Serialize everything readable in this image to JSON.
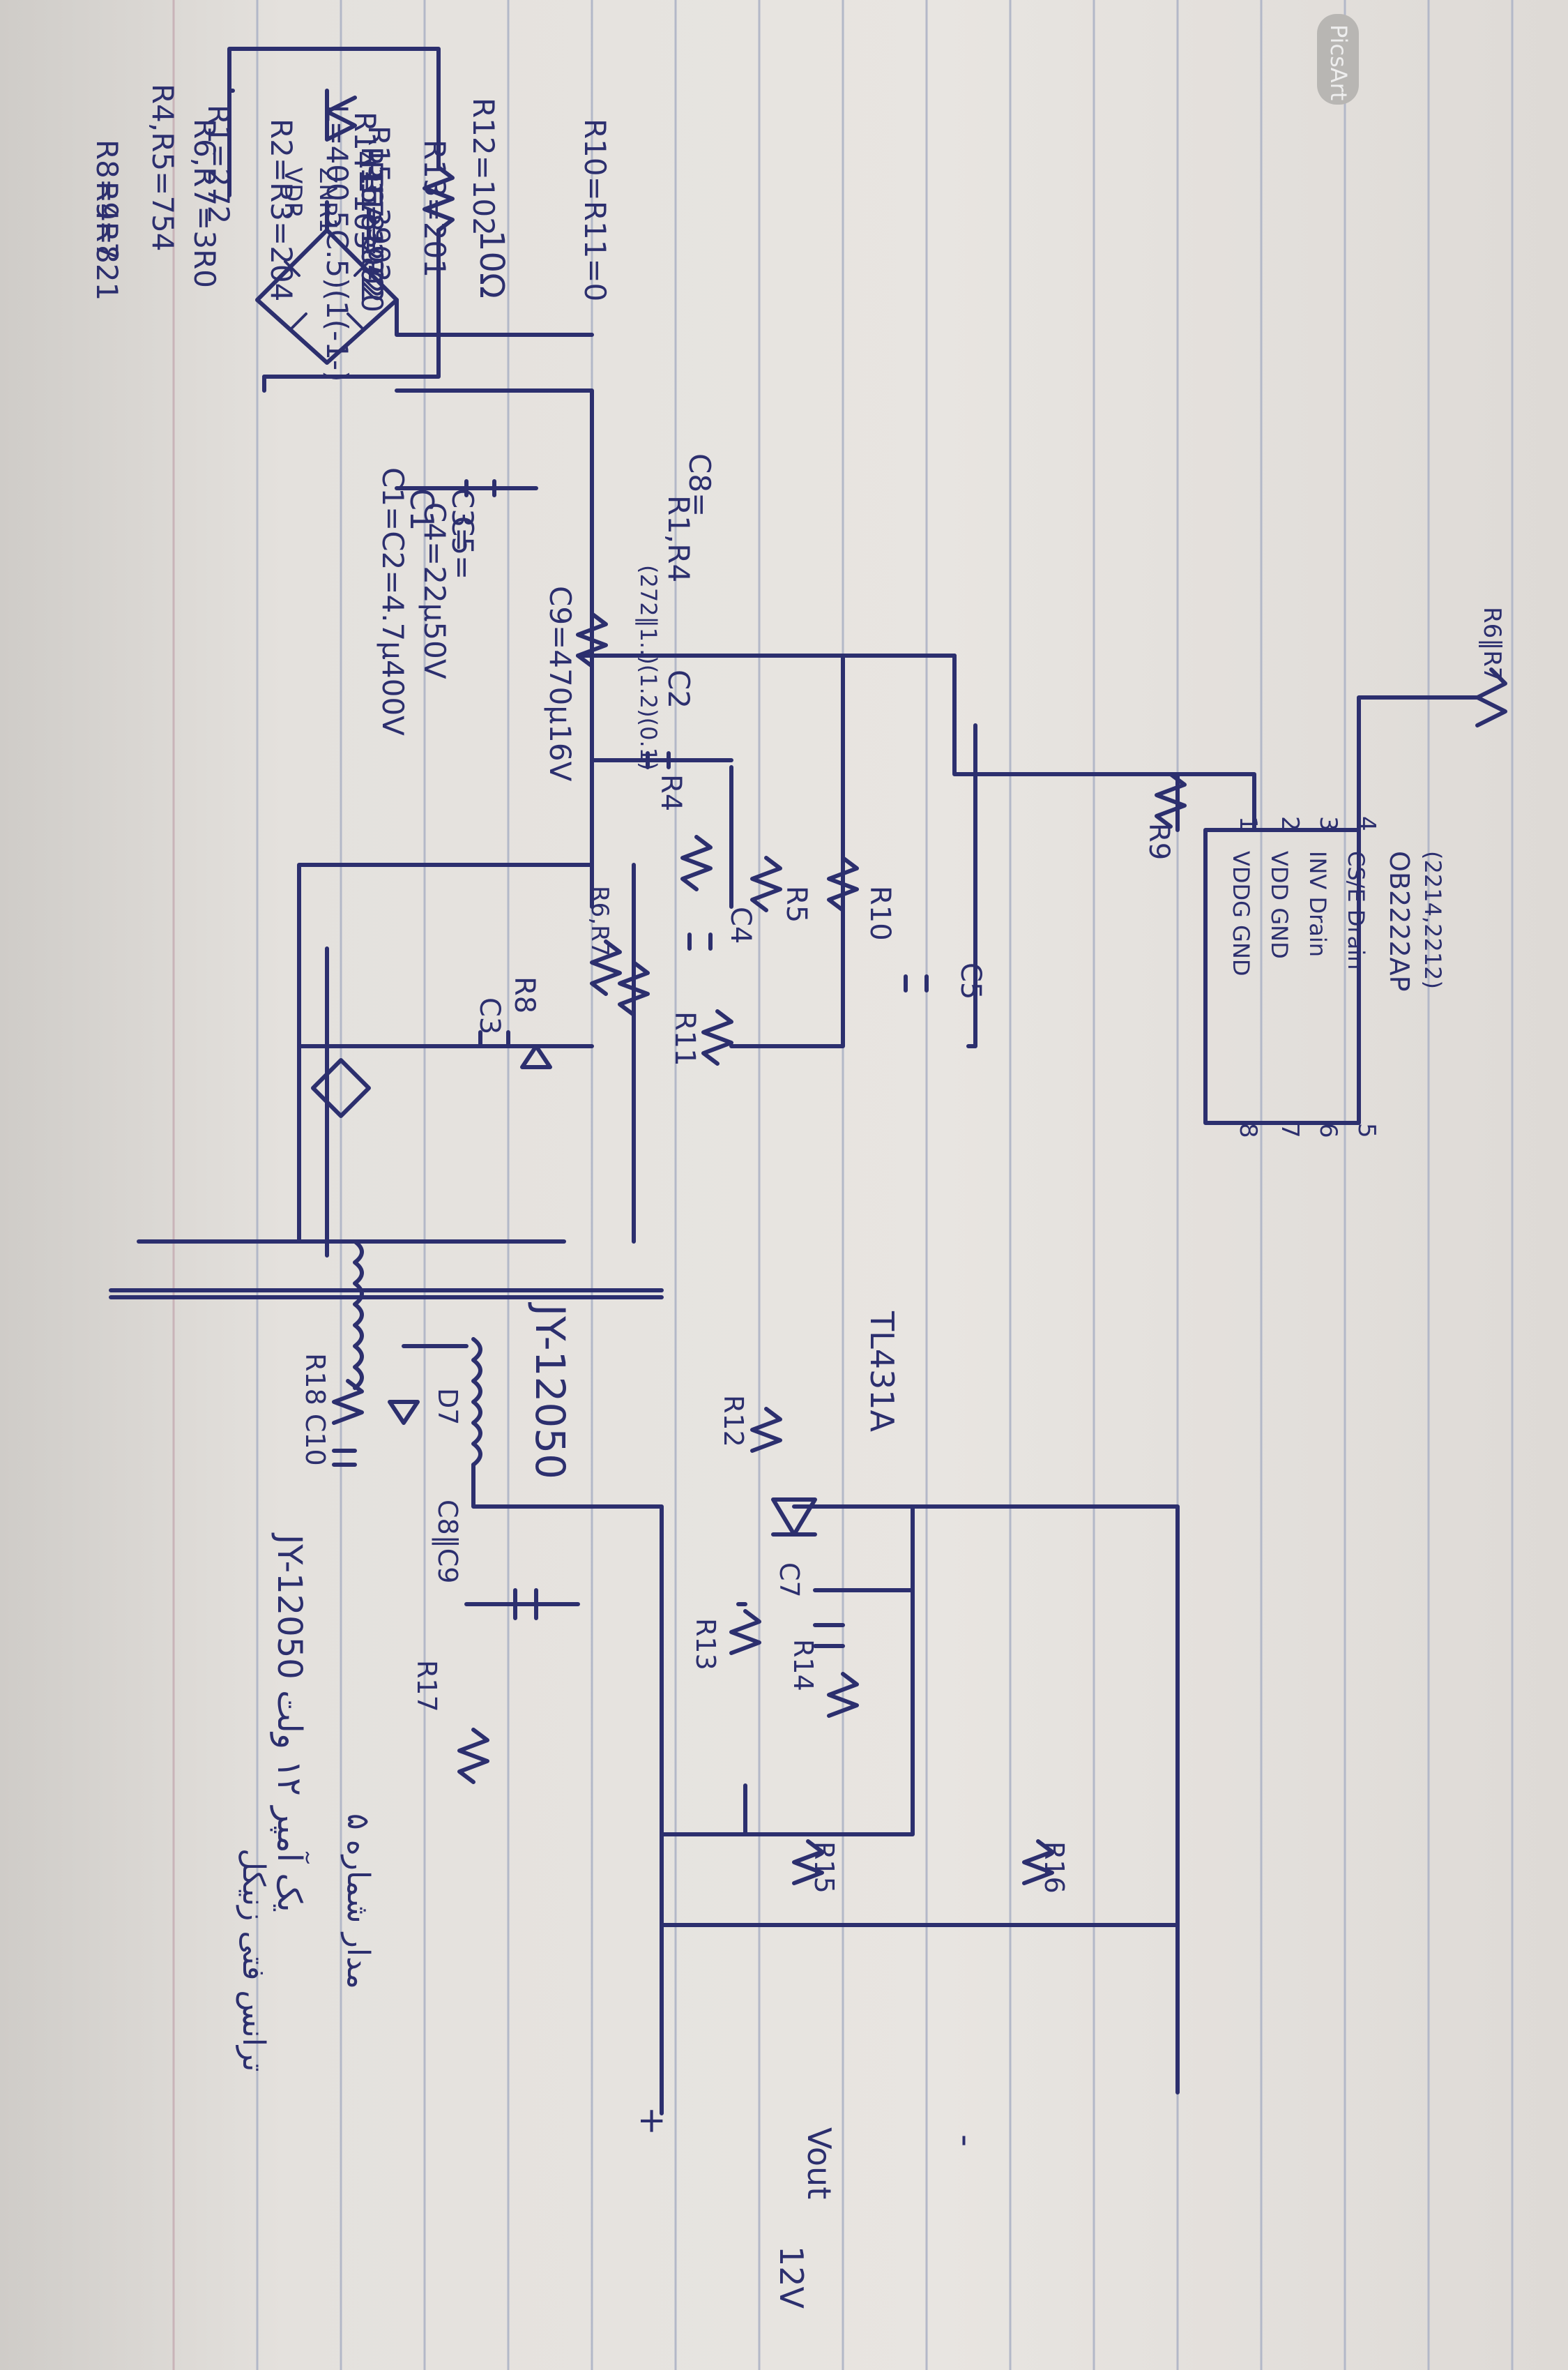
{
  "watermark": "PicsArt",
  "components": {
    "fuse": "10Ω",
    "varistor": "VDR",
    "ntc": "ZNR1",
    "c1": "C1",
    "c2": "C2",
    "r1_r4": "R1,R4",
    "r_mid_formula": "(272‖1..)(1.2)(0.1)",
    "r4": "R4",
    "r5": "R5",
    "r6_r7": "R6,R7",
    "c3": "C3",
    "r8": "R8",
    "r9": "R9",
    "r10": "R10",
    "r11": "R11",
    "c4": "C4",
    "c5": "C5",
    "r12": "R12",
    "r13": "R13",
    "r14": "R14",
    "r15": "R15",
    "r16": "R16",
    "r17": "R17",
    "r18_c10": "R18 C10",
    "d7": "D7",
    "c8_c9": "C8‖C9",
    "c7": "C7",
    "tl431": "TL431A",
    "rs": "R6‖R7",
    "vout": "Vout",
    "voltage": "12V",
    "plus": "+",
    "minus": "-",
    "model": "JY-12050"
  },
  "ic": {
    "pins_left": [
      "1",
      "2",
      "3",
      "4"
    ],
    "pins_right": [
      "8",
      "7",
      "6",
      "5"
    ],
    "rows": [
      "VDDG  GND",
      "VDD  GND",
      "INV  Drain",
      "CS/E  Drain"
    ],
    "part": "OB2222AP",
    "alt": "(2214,2212)"
  },
  "notes": {
    "n1": "L=400.5C.5)(1(-1-)",
    "n2": "R1=272",
    "n3": "R2=R3=204",
    "n4": "R4,R5=754",
    "n5": "R6,R7=3R0",
    "n6": "R8=4R7",
    "n7": "R9=821",
    "n8": "R10=R11=0",
    "n9": "R12=102",
    "n10": "R13=201",
    "n11": "R14=103",
    "n12": "R15=3902",
    "n13": "R16=1002",
    "n14": "R17=272",
    "n15": "R18=820",
    "n16": "C1=C2=4.7μ400V",
    "n17": "C3=",
    "n18": "C4=22μ50V",
    "n19": "C5=",
    "n20": "C8=",
    "n21": "C9=470μ16V"
  },
  "persian": {
    "p1": "JY-12050 یک آمپر ۱۲ ولت",
    "p2": "ترانس فتی زنیکل",
    "p3": "مدار شماره ۵"
  }
}
